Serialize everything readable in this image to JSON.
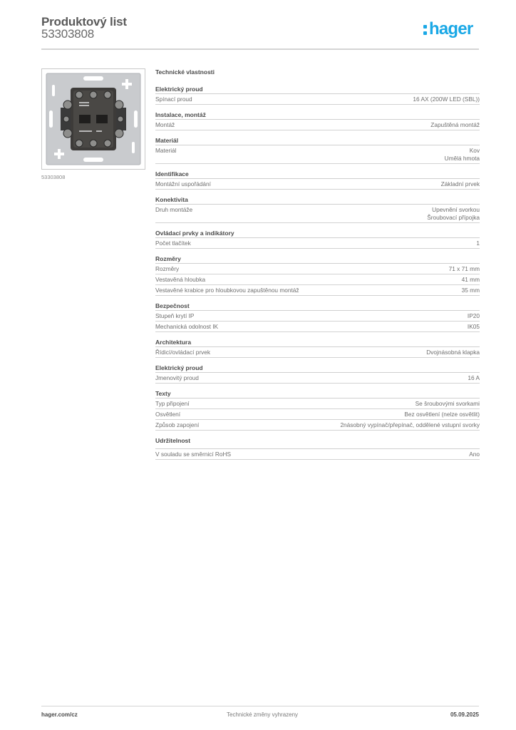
{
  "header": {
    "title": "Produktový list",
    "product_number": "53303808",
    "logo_text": "hager",
    "logo_color": "#1aa8e6"
  },
  "product": {
    "image_alt": "double rocker switch insert, metal mounting frame",
    "caption": "53303808"
  },
  "specs": {
    "title": "Technické vlastnosti",
    "groups": [
      {
        "title": "Elektrický proud",
        "rows": [
          {
            "label": "Spínací proud",
            "value": "16 AX (200W LED (SBL))"
          }
        ]
      },
      {
        "title": "Instalace, montáž",
        "rows": [
          {
            "label": "Montáž",
            "value": "Zapuštěná montáž"
          }
        ]
      },
      {
        "title": "Materiál",
        "rows": [
          {
            "label": "Materiál",
            "value": "Kov",
            "value2": "Umělá hmota"
          }
        ]
      },
      {
        "title": "Identifikace",
        "rows": [
          {
            "label": "Montážní uspořádání",
            "value": "Základní prvek"
          }
        ]
      },
      {
        "title": "Konektivita",
        "rows": [
          {
            "label": "Druh montáže",
            "value": "Upevnění svorkou",
            "value2": "Šroubovací přípojka"
          }
        ]
      },
      {
        "title": "Ovládací prvky a indikátory",
        "rows": [
          {
            "label": "Počet tlačítek",
            "value": "1"
          }
        ]
      },
      {
        "title": "Rozměry",
        "rows": [
          {
            "label": "Rozměry",
            "value": "71 x 71 mm"
          },
          {
            "label": "Vestavěná hloubka",
            "value": "41 mm"
          },
          {
            "label": "Vestavěné krabice pro hloubkovou zapuštěnou montáž",
            "value": "35 mm"
          }
        ]
      },
      {
        "title": "Bezpečnost",
        "rows": [
          {
            "label": "Stupeň krytí IP",
            "value": "IP20"
          },
          {
            "label": "Mechanická odolnost IK",
            "value": "IK05"
          }
        ]
      },
      {
        "title": "Architektura",
        "rows": [
          {
            "label": "Řídicí/ovládací prvek",
            "value": "Dvojnásobná klapka"
          }
        ]
      },
      {
        "title": "Elektrický proud",
        "rows": [
          {
            "label": "Jmenovitý proud",
            "value": "16 A"
          }
        ]
      },
      {
        "title": "Texty",
        "rows": [
          {
            "label": "Typ připojení",
            "value": "Se šroubovými svorkami"
          },
          {
            "label": "Osvětlení",
            "value": "Bez osvětlení (nelze osvětlit)"
          },
          {
            "label": "Způsob zapojení",
            "value": "2násobný vypínač/přepínač, oddělené vstupní svorky"
          }
        ]
      },
      {
        "title": "Udržitelnost",
        "rows": [
          {
            "label": "V souladu se směrnicí RoHS",
            "value": "Ano"
          }
        ]
      }
    ]
  },
  "footer": {
    "website": "hager.com/cz",
    "notice": "Technické změny vyhrazeny",
    "date": "05.09.2025"
  }
}
